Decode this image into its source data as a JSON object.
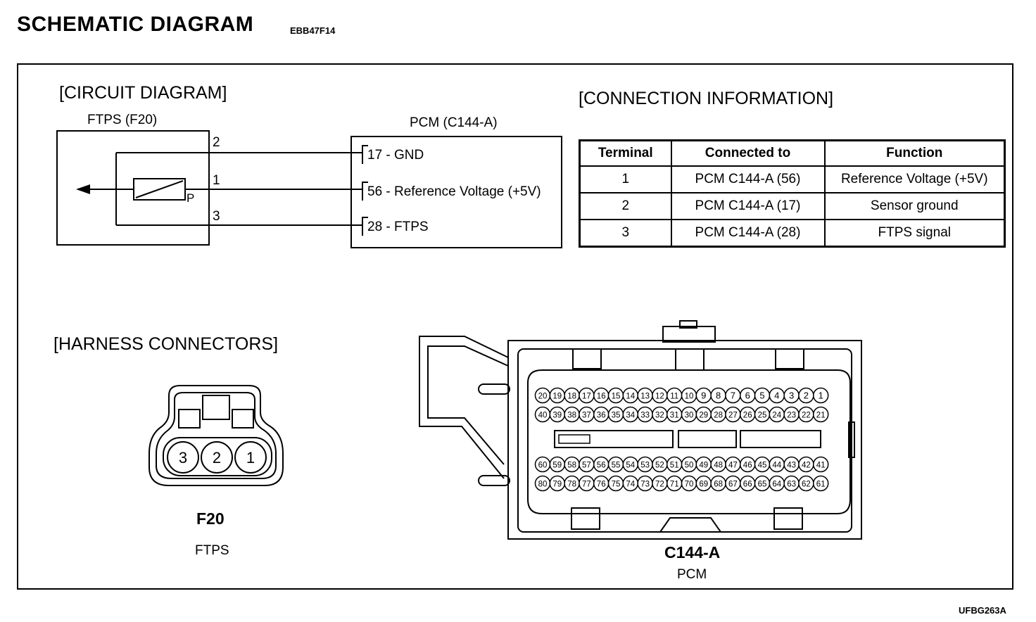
{
  "header": {
    "title": "SCHEMATIC DIAGRAM",
    "code": "EBB47F14"
  },
  "footer": {
    "figure_code": "UFBG263A"
  },
  "circuit": {
    "heading": "[CIRCUIT DIAGRAM]",
    "sensor_label": "FTPS (F20)",
    "sensor_pins": [
      "2",
      "1",
      "3"
    ],
    "sensor_p": "P",
    "pcm_label": "PCM (C144-A)",
    "pcm_pins": [
      "17 - GND",
      "56 - Reference Voltage (+5V)",
      "28 - FTPS"
    ]
  },
  "connection": {
    "heading": "[CONNECTION INFORMATION]",
    "columns": [
      "Terminal",
      "Connected to",
      "Function"
    ],
    "rows": [
      [
        "1",
        "PCM C144-A (56)",
        "Reference Voltage (+5V)"
      ],
      [
        "2",
        "PCM C144-A (17)",
        "Sensor ground"
      ],
      [
        "3",
        "PCM C144-A (28)",
        "FTPS signal"
      ]
    ]
  },
  "harness": {
    "heading": "[HARNESS CONNECTORS]",
    "f20": {
      "pins": [
        "3",
        "2",
        "1"
      ],
      "id": "F20",
      "name": "FTPS"
    },
    "c144": {
      "id": "C144-A",
      "name": "PCM",
      "rows": [
        [
          "20",
          "19",
          "18",
          "17",
          "16",
          "15",
          "14",
          "13",
          "12",
          "11",
          "10",
          "9",
          "8",
          "7",
          "6",
          "5",
          "4",
          "3",
          "2",
          "1"
        ],
        [
          "40",
          "39",
          "38",
          "37",
          "36",
          "35",
          "34",
          "33",
          "32",
          "31",
          "30",
          "29",
          "28",
          "27",
          "26",
          "25",
          "24",
          "23",
          "22",
          "21"
        ],
        [
          "60",
          "59",
          "58",
          "57",
          "56",
          "55",
          "54",
          "53",
          "52",
          "51",
          "50",
          "49",
          "48",
          "47",
          "46",
          "45",
          "44",
          "43",
          "42",
          "41"
        ],
        [
          "80",
          "79",
          "78",
          "77",
          "76",
          "75",
          "74",
          "73",
          "72",
          "71",
          "70",
          "69",
          "68",
          "67",
          "66",
          "65",
          "64",
          "63",
          "62",
          "61"
        ]
      ]
    }
  }
}
